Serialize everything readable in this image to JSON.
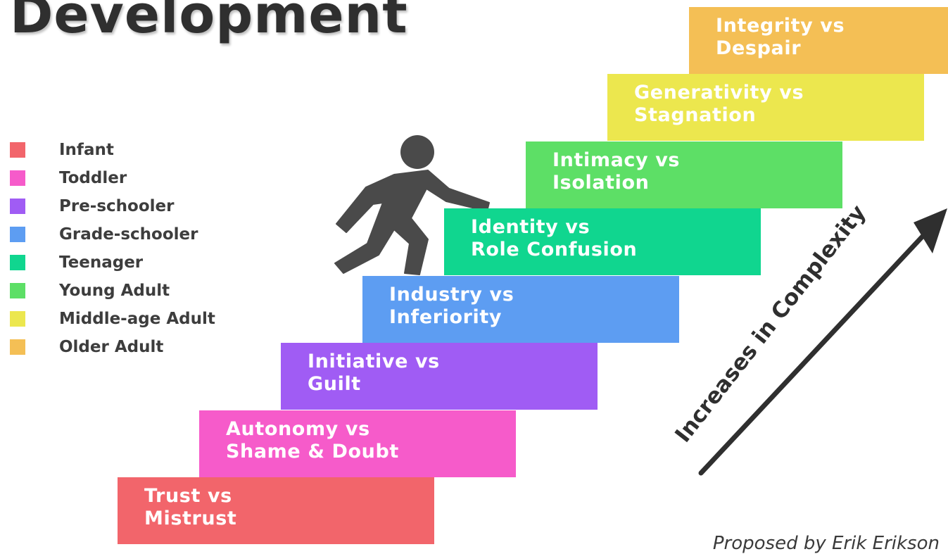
{
  "title": "Development",
  "legend": [
    {
      "label": "Infant",
      "color": "#f2656b"
    },
    {
      "label": "Toddler",
      "color": "#f65bca"
    },
    {
      "label": "Pre-schooler",
      "color": "#a05cf4"
    },
    {
      "label": "Grade-schooler",
      "color": "#5d9df2"
    },
    {
      "label": "Teenager",
      "color": "#10d68f"
    },
    {
      "label": "Young Adult",
      "color": "#5ddf66"
    },
    {
      "label": "Middle-age Adult",
      "color": "#ece74e"
    },
    {
      "label": "Older Adult",
      "color": "#f4bf55"
    }
  ],
  "stages": [
    {
      "line1": "Trust vs",
      "line2": "Mistrust",
      "color": "#f2656b"
    },
    {
      "line1": "Autonomy vs",
      "line2": "Shame & Doubt",
      "color": "#f65bca"
    },
    {
      "line1": "Initiative vs",
      "line2": "Guilt",
      "color": "#a05cf4"
    },
    {
      "line1": "Industry vs",
      "line2": "Inferiority",
      "color": "#5d9df2"
    },
    {
      "line1": "Identity vs",
      "line2": "Role Confusion",
      "color": "#10d68f"
    },
    {
      "line1": "Intimacy vs",
      "line2": "Isolation",
      "color": "#5ddf66"
    },
    {
      "line1": "Generativity vs",
      "line2": "Stagnation",
      "color": "#ece74e"
    },
    {
      "line1": "Integrity vs",
      "line2": "Despair",
      "color": "#f4bf55"
    }
  ],
  "complexity_label": "Increases in Complexity",
  "credit": "Proposed by Erik Erikson",
  "icons": {
    "figure": "walking-person-icon",
    "arrow": "arrow-up-right-icon"
  },
  "colors": {
    "dark": "#2f2f2f",
    "figure": "#4a4a4a"
  }
}
